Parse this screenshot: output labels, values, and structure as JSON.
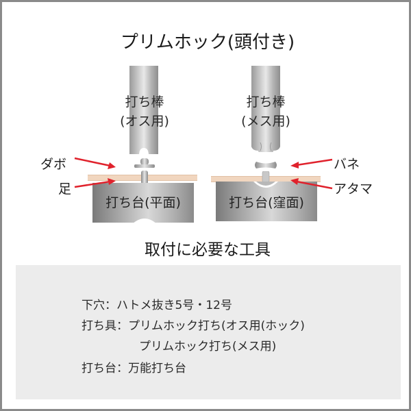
{
  "title": "プリムホック(頭付き)",
  "diagram": {
    "left": {
      "rod_label_line1": "打ち棒",
      "rod_label_line2": "(オス用)",
      "anvil_label": "打ち台(平面)",
      "callouts": [
        {
          "label": "ダボ"
        },
        {
          "label": "足"
        }
      ]
    },
    "right": {
      "rod_label_line1": "打ち棒",
      "rod_label_line2": "(メス用)",
      "anvil_label": "打ち台(窪面)",
      "callouts": [
        {
          "label": "バネ"
        },
        {
          "label": "アタマ"
        }
      ]
    },
    "colors": {
      "arrow": "#e0222c",
      "leather": "#f1d6bf",
      "metal": "#b5b5b5",
      "panel": "#ececec",
      "border": "#8a8a8a"
    }
  },
  "tools": {
    "heading": "取付に必要な工具",
    "rows": [
      {
        "label": "下穴：",
        "value": "ハトメ抜き5号・12号"
      },
      {
        "label": "打ち具：",
        "value": "プリムホック打ち(オス用(ホック)"
      },
      {
        "label": "",
        "value": "プリムホック打ち(メス用)"
      },
      {
        "label": "打ち台：",
        "value": "万能打ち台"
      }
    ]
  }
}
